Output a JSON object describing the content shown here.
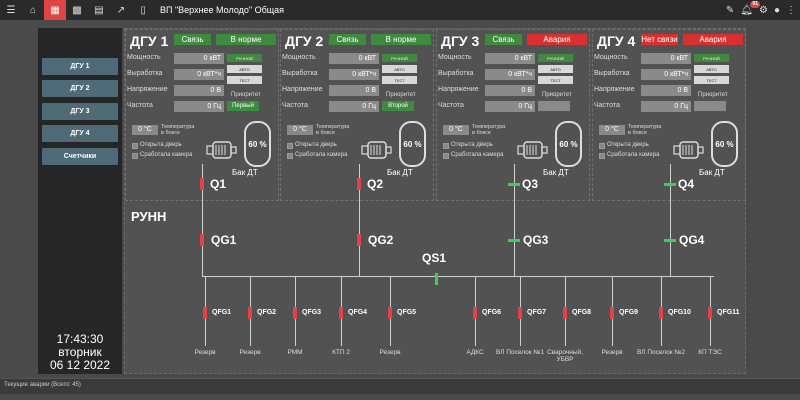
{
  "topbar": {
    "title": "ВП \"Верхнее Молодо\" Общая",
    "icons": [
      "menu-icon",
      "home-icon",
      "dashboard-icon",
      "grid-icon",
      "calendar-icon",
      "chart-icon",
      "document-icon"
    ],
    "notifications": "91"
  },
  "sidebar": {
    "buttons": [
      "ДГУ 1",
      "ДГУ 2",
      "ДГУ 3",
      "ДГУ 4",
      "Счетчики"
    ],
    "time": "17:43:30",
    "weekday": "вторник",
    "date": "06 12 2022"
  },
  "labels": {
    "power": "Мощность",
    "output": "Выработка",
    "voltage": "Напряжение",
    "freq": "Частота",
    "priority": "Приоритет",
    "temp": "Температура в боксе",
    "door": "Открыта дверь",
    "camera": "Сработала камера",
    "tank": "Бак ДТ",
    "manual": "РУЧНОЙ",
    "auto": "АВТО",
    "test": "ТЕСТ"
  },
  "colors": {
    "green": "#3e8a3e",
    "red": "#d83030",
    "switch_on": "#3ecf5a",
    "switch_off": "#e04444"
  },
  "panels": [
    {
      "title": "ДГУ 1",
      "link": "Связь",
      "state": "В норме",
      "power": "0 кВТ",
      "output": "0 кВТ*ч",
      "voltage": "0 В",
      "freq": "0 Гц",
      "priority": "Первый",
      "temp": "0 °C",
      "tank": "60 %",
      "q": "Q1"
    },
    {
      "title": "ДГУ 2",
      "link": "Связь",
      "state": "В норме",
      "power": "0 кВТ",
      "output": "0 кВТ*ч",
      "voltage": "0 В",
      "freq": "0 Гц",
      "priority": "Второй",
      "temp": "0 °C",
      "tank": "60 %",
      "q": "Q2"
    },
    {
      "title": "ДГУ 3",
      "link": "Связь",
      "state": "Авария",
      "power": "0 кВТ",
      "output": "0 кВТ*ч",
      "voltage": "0 В",
      "freq": "0 Гц",
      "priority": "",
      "temp": "0 °C",
      "tank": "60 %",
      "q": "Q3"
    },
    {
      "title": "ДГУ 4",
      "link": "Нет связи",
      "state": "Авария",
      "power": "0 кВТ",
      "output": "0 кВТ*ч",
      "voltage": "0 В",
      "freq": "0 Гц",
      "priority": "",
      "temp": "0 °C",
      "tank": "60 %",
      "q": "Q4"
    }
  ],
  "runn": {
    "title": "РУНН",
    "qg": [
      "QG1",
      "QG2",
      "QG3",
      "QG4"
    ],
    "qs": "QS1",
    "feeders": [
      {
        "qfg": "QFG1",
        "name": "Резерв"
      },
      {
        "qfg": "QFG2",
        "name": "Резерв"
      },
      {
        "qfg": "QFG3",
        "name": "РММ"
      },
      {
        "qfg": "QFG4",
        "name": "КТП 2"
      },
      {
        "qfg": "QFG5",
        "name": "Резерв"
      },
      {
        "qfg": "QFG6",
        "name": "АДКС"
      },
      {
        "qfg": "QFG7",
        "name": "ВЛ Поселок №1"
      },
      {
        "qfg": "QFG8",
        "name": "Сварочный, УБВР"
      },
      {
        "qfg": "QFG9",
        "name": "Резерв"
      },
      {
        "qfg": "QFG10",
        "name": "ВЛ Поселок №2"
      },
      {
        "qfg": "QFG11",
        "name": "КП ТЭС"
      }
    ]
  },
  "bottombar": {
    "text": "Текущие аварии (Всего: 45)"
  }
}
